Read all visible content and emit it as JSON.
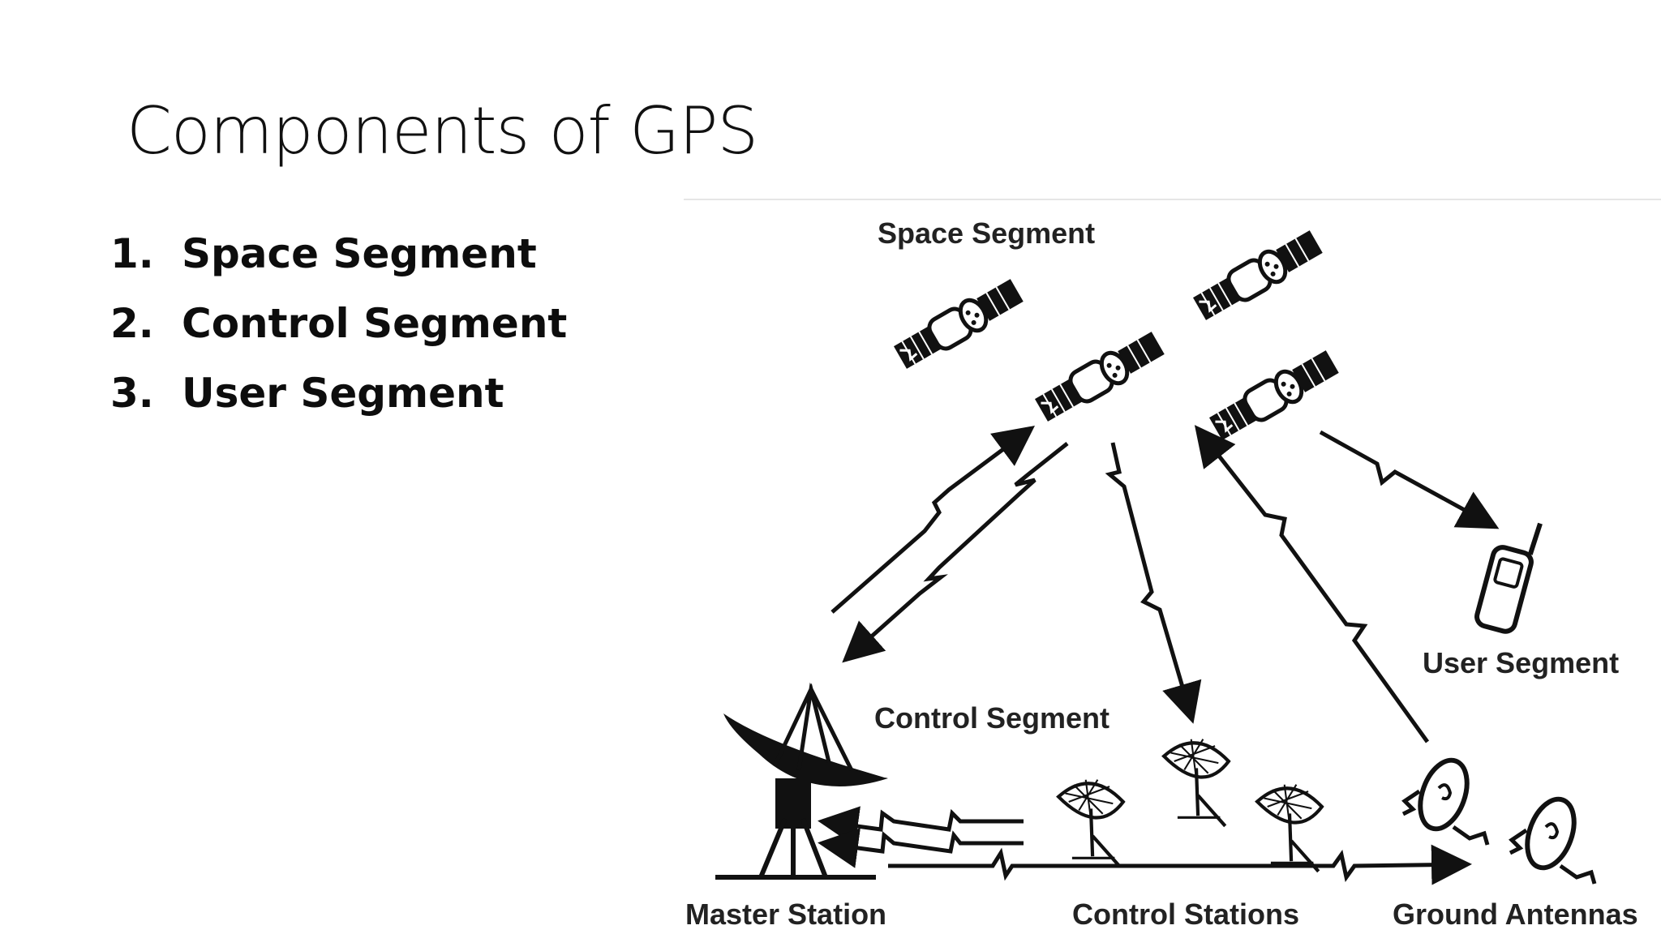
{
  "slide": {
    "title": "Components of GPS",
    "bullets": [
      {
        "number": "1.",
        "label": "Space Segment"
      },
      {
        "number": "2.",
        "label": "Control Segment"
      },
      {
        "number": "3.",
        "label": "User Segment"
      }
    ]
  },
  "diagram": {
    "labels": {
      "space_segment": "Space Segment",
      "control_segment": "Control Segment",
      "user_segment": "User Segment",
      "master_station": "Master Station",
      "control_stations": "Control Stations",
      "ground_antennas": "Ground Antennas"
    },
    "icons": [
      "satellite-icon",
      "satellite-dish-icon",
      "mobile-phone-icon",
      "ground-antenna-icon"
    ]
  }
}
